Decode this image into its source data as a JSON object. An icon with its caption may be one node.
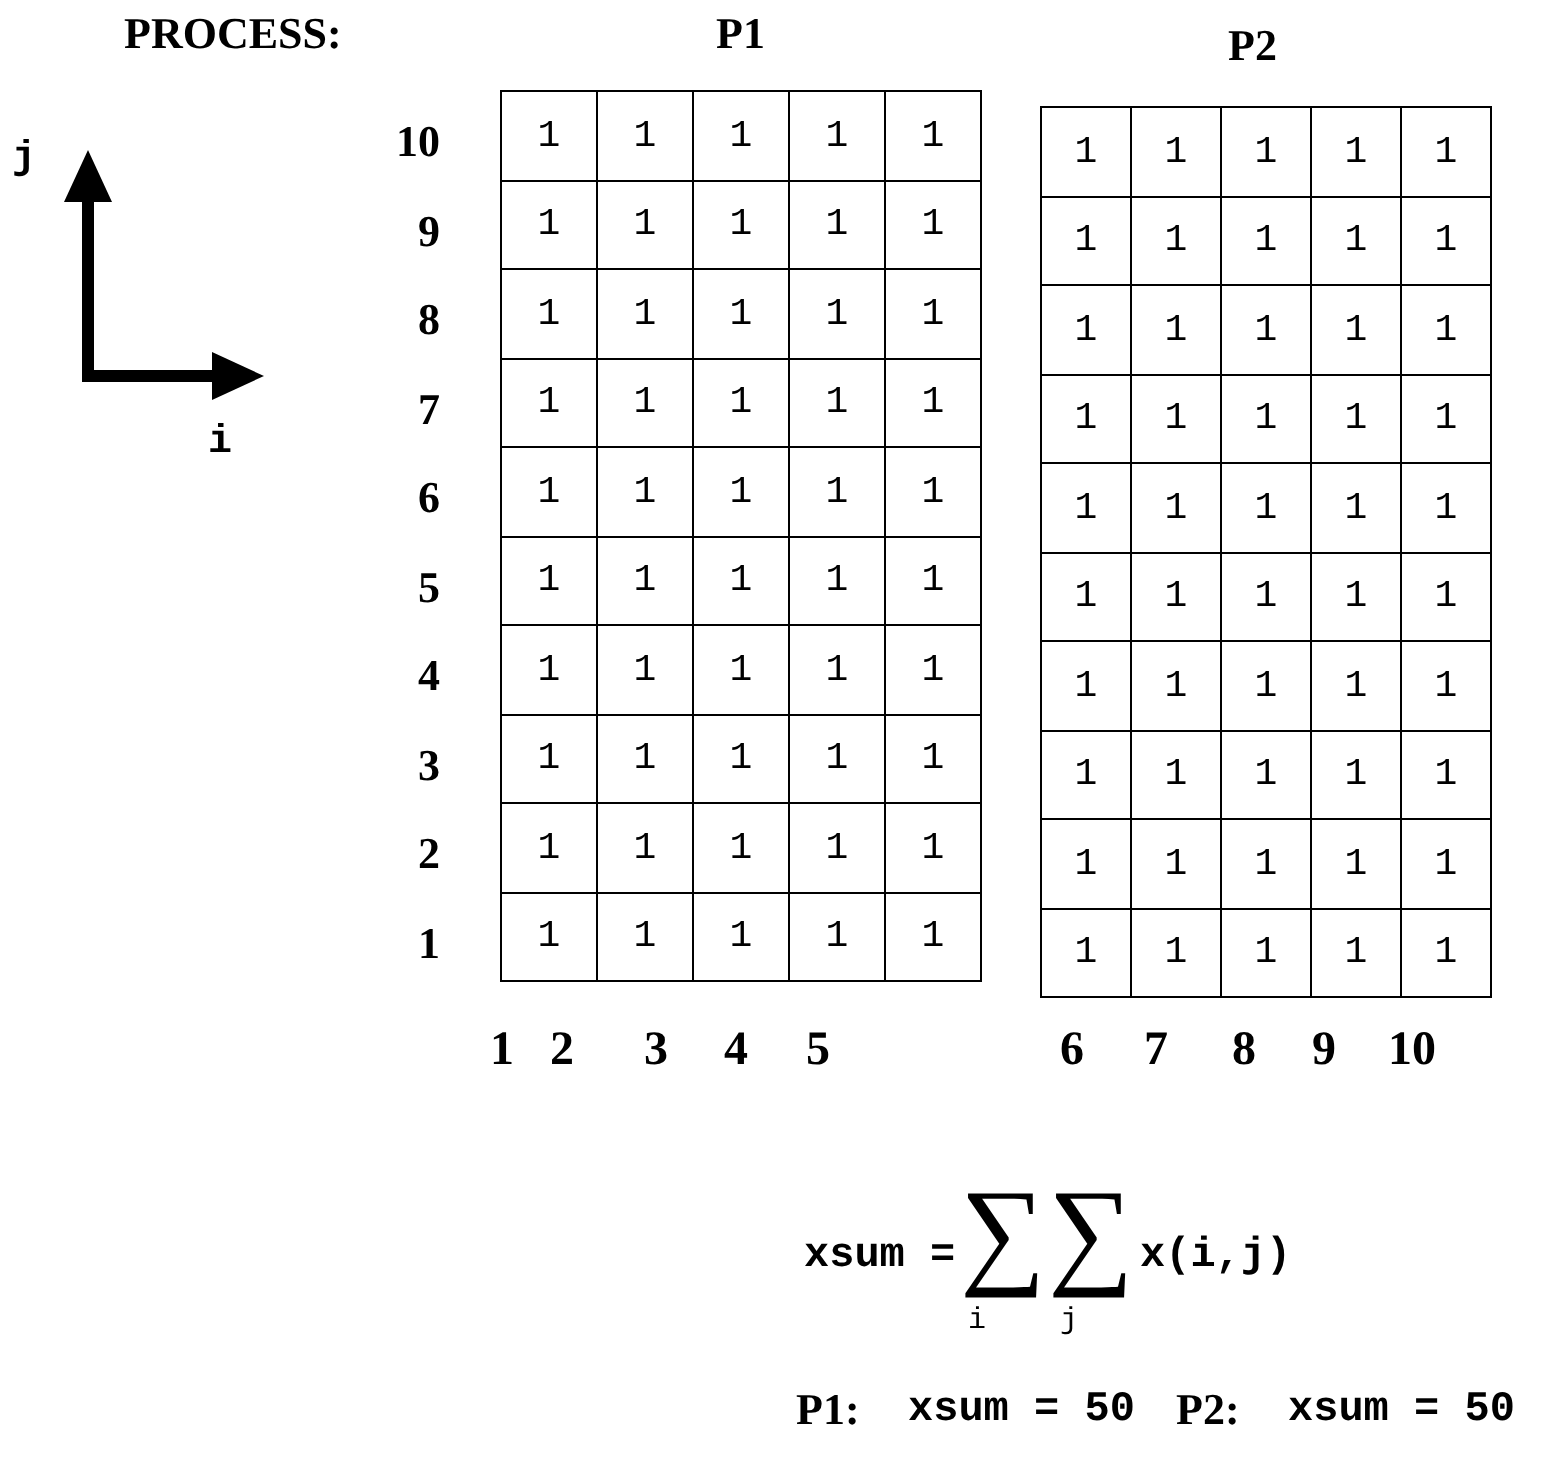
{
  "diagram": {
    "labels": [
      "PROCESS:",
      "P1",
      "P2",
      "j",
      "i",
      "10",
      "1",
      "1",
      "1",
      "1",
      "1",
      "1",
      "1",
      "1",
      "1",
      "1",
      "9",
      "1",
      "1",
      "1",
      "1",
      "1",
      "1",
      "1",
      "1",
      "1",
      "1",
      "8",
      "1",
      "1",
      "1",
      "1",
      "1",
      "1",
      "1",
      "1",
      "1",
      "1",
      "7",
      "1",
      "1",
      "1",
      "1",
      "1",
      "1",
      "1",
      "1",
      "1",
      "1",
      "6",
      "1",
      "1",
      "1",
      "1",
      "1",
      "1",
      "1",
      "1",
      "1",
      "1",
      "5",
      "1",
      "1",
      "1",
      "1",
      "1",
      "1",
      "1",
      "1",
      "1",
      "1",
      "4",
      "1",
      "1",
      "1",
      "1",
      "1",
      "1",
      "1",
      "1",
      "1",
      "1",
      "3",
      "1",
      "1",
      "1",
      "1",
      "1",
      "1",
      "1",
      "1",
      "1",
      "1",
      "2",
      "1",
      "1",
      "1",
      "1",
      "1",
      "1",
      "1",
      "1",
      "1",
      "1",
      "1",
      "1",
      "1",
      "1",
      "1",
      "1",
      "1",
      "1",
      "1",
      "1",
      "1",
      "1",
      "2",
      "3",
      "4",
      "5",
      "6",
      "7",
      "8",
      "9",
      "10",
      "xsum =",
      "∑",
      "i",
      "∑",
      "j",
      "x(i,j)",
      "P1:",
      "xsum = 50",
      "P2:",
      "xsum = 50"
    ]
  }
}
